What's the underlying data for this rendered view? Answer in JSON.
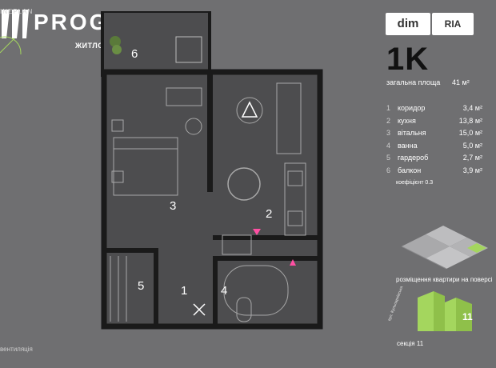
{
  "header": {
    "partial_label": "INEPLAN",
    "brand": "PROGRESS",
    "tagline": "ЖИТЛОВА КОМПАНІЯ"
  },
  "badges": {
    "dim": "dim",
    "ria": "RIA"
  },
  "unit": {
    "type": "1K",
    "area_label": "загальна площа",
    "area_value": "41 м²"
  },
  "rooms": [
    {
      "num": "1",
      "name": "коридор",
      "area": "3,4 м²"
    },
    {
      "num": "2",
      "name": "кухня",
      "area": "13,8 м²"
    },
    {
      "num": "3",
      "name": "вітальня",
      "area": "15,0 м²"
    },
    {
      "num": "4",
      "name": "ванна",
      "area": "5,0 м²"
    },
    {
      "num": "5",
      "name": "гардероб",
      "area": "2,7 м²"
    },
    {
      "num": "6",
      "name": "балкон",
      "area": "3,9 м²"
    }
  ],
  "coefficient": "коефіцієнт 0.3",
  "plan_labels": {
    "r1": "1",
    "r2": "2",
    "r3": "3",
    "r4": "4",
    "r5": "5",
    "r6": "6"
  },
  "floor_caption": "розміщення квартири на поверсі",
  "section": {
    "number": "11",
    "caption": "секція 11",
    "street": "вул. Кульпарківська"
  },
  "footer": {
    "vent": "вентиляція"
  },
  "colors": {
    "background": "#6f6f71",
    "walls": "#1a1a1a",
    "floor": "#4d4d4f",
    "accent_green": "#a4d65e",
    "marker_pink": "#ff4fa3"
  }
}
